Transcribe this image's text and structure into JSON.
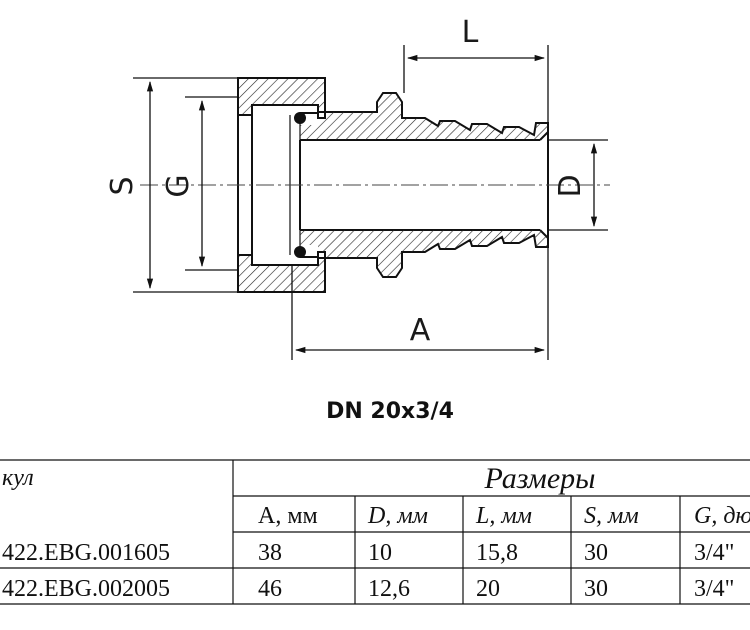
{
  "drawing": {
    "dimension_labels": {
      "S": "S",
      "G": "G",
      "L": "L",
      "D": "D",
      "A": "A"
    },
    "caption": "DN 20x3/4"
  },
  "table": {
    "article_header": "кул",
    "sizes_header": "Размеры",
    "columns": [
      "A, мм",
      "D, мм",
      "L, мм",
      "S, мм",
      "G, дю"
    ],
    "rows": [
      {
        "article": "422.EBG.001605",
        "A": "38",
        "D": "10",
        "L": "15,8",
        "S": "30",
        "G": "3/4\""
      },
      {
        "article": "422.EBG.002005",
        "A": "46",
        "D": "12,6",
        "L": "20",
        "S": "30",
        "G": "3/4\""
      }
    ]
  }
}
